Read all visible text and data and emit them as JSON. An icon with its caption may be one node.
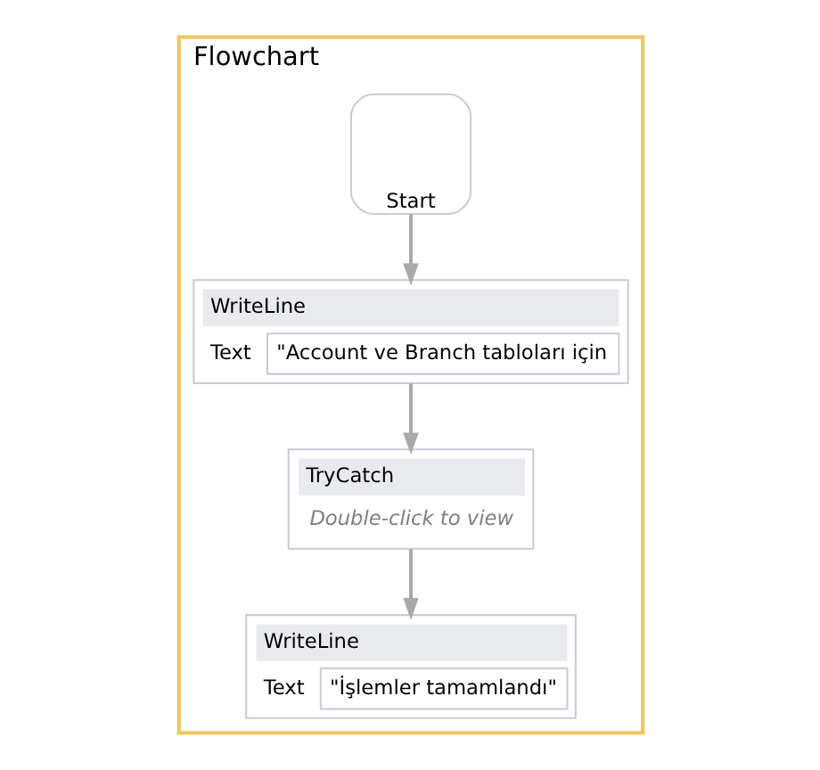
{
  "diagram": {
    "nodes": [
      {
        "text": [
          "Flowchart"
        ]
      },
      {
        "text": [
          "Start"
        ],
        "in": 0
      },
      {
        "text": [
          "WriteLine",
          "Text",
          "\"Account ve Branch tabloları için"
        ],
        "in": 0
      },
      {
        "text": [
          "TryCatch",
          "Double-click to view"
        ],
        "in": 0
      },
      {
        "text": [
          "WriteLine",
          "Text",
          "\"İşlemler tamamlandı\""
        ],
        "in": 0
      }
    ],
    "edges": [
      {
        "from": 1,
        "to": 2,
        "arrow": "to"
      },
      {
        "from": 2,
        "to": 3,
        "arrow": "to"
      },
      {
        "from": 3,
        "to": 4,
        "arrow": "to"
      }
    ]
  }
}
